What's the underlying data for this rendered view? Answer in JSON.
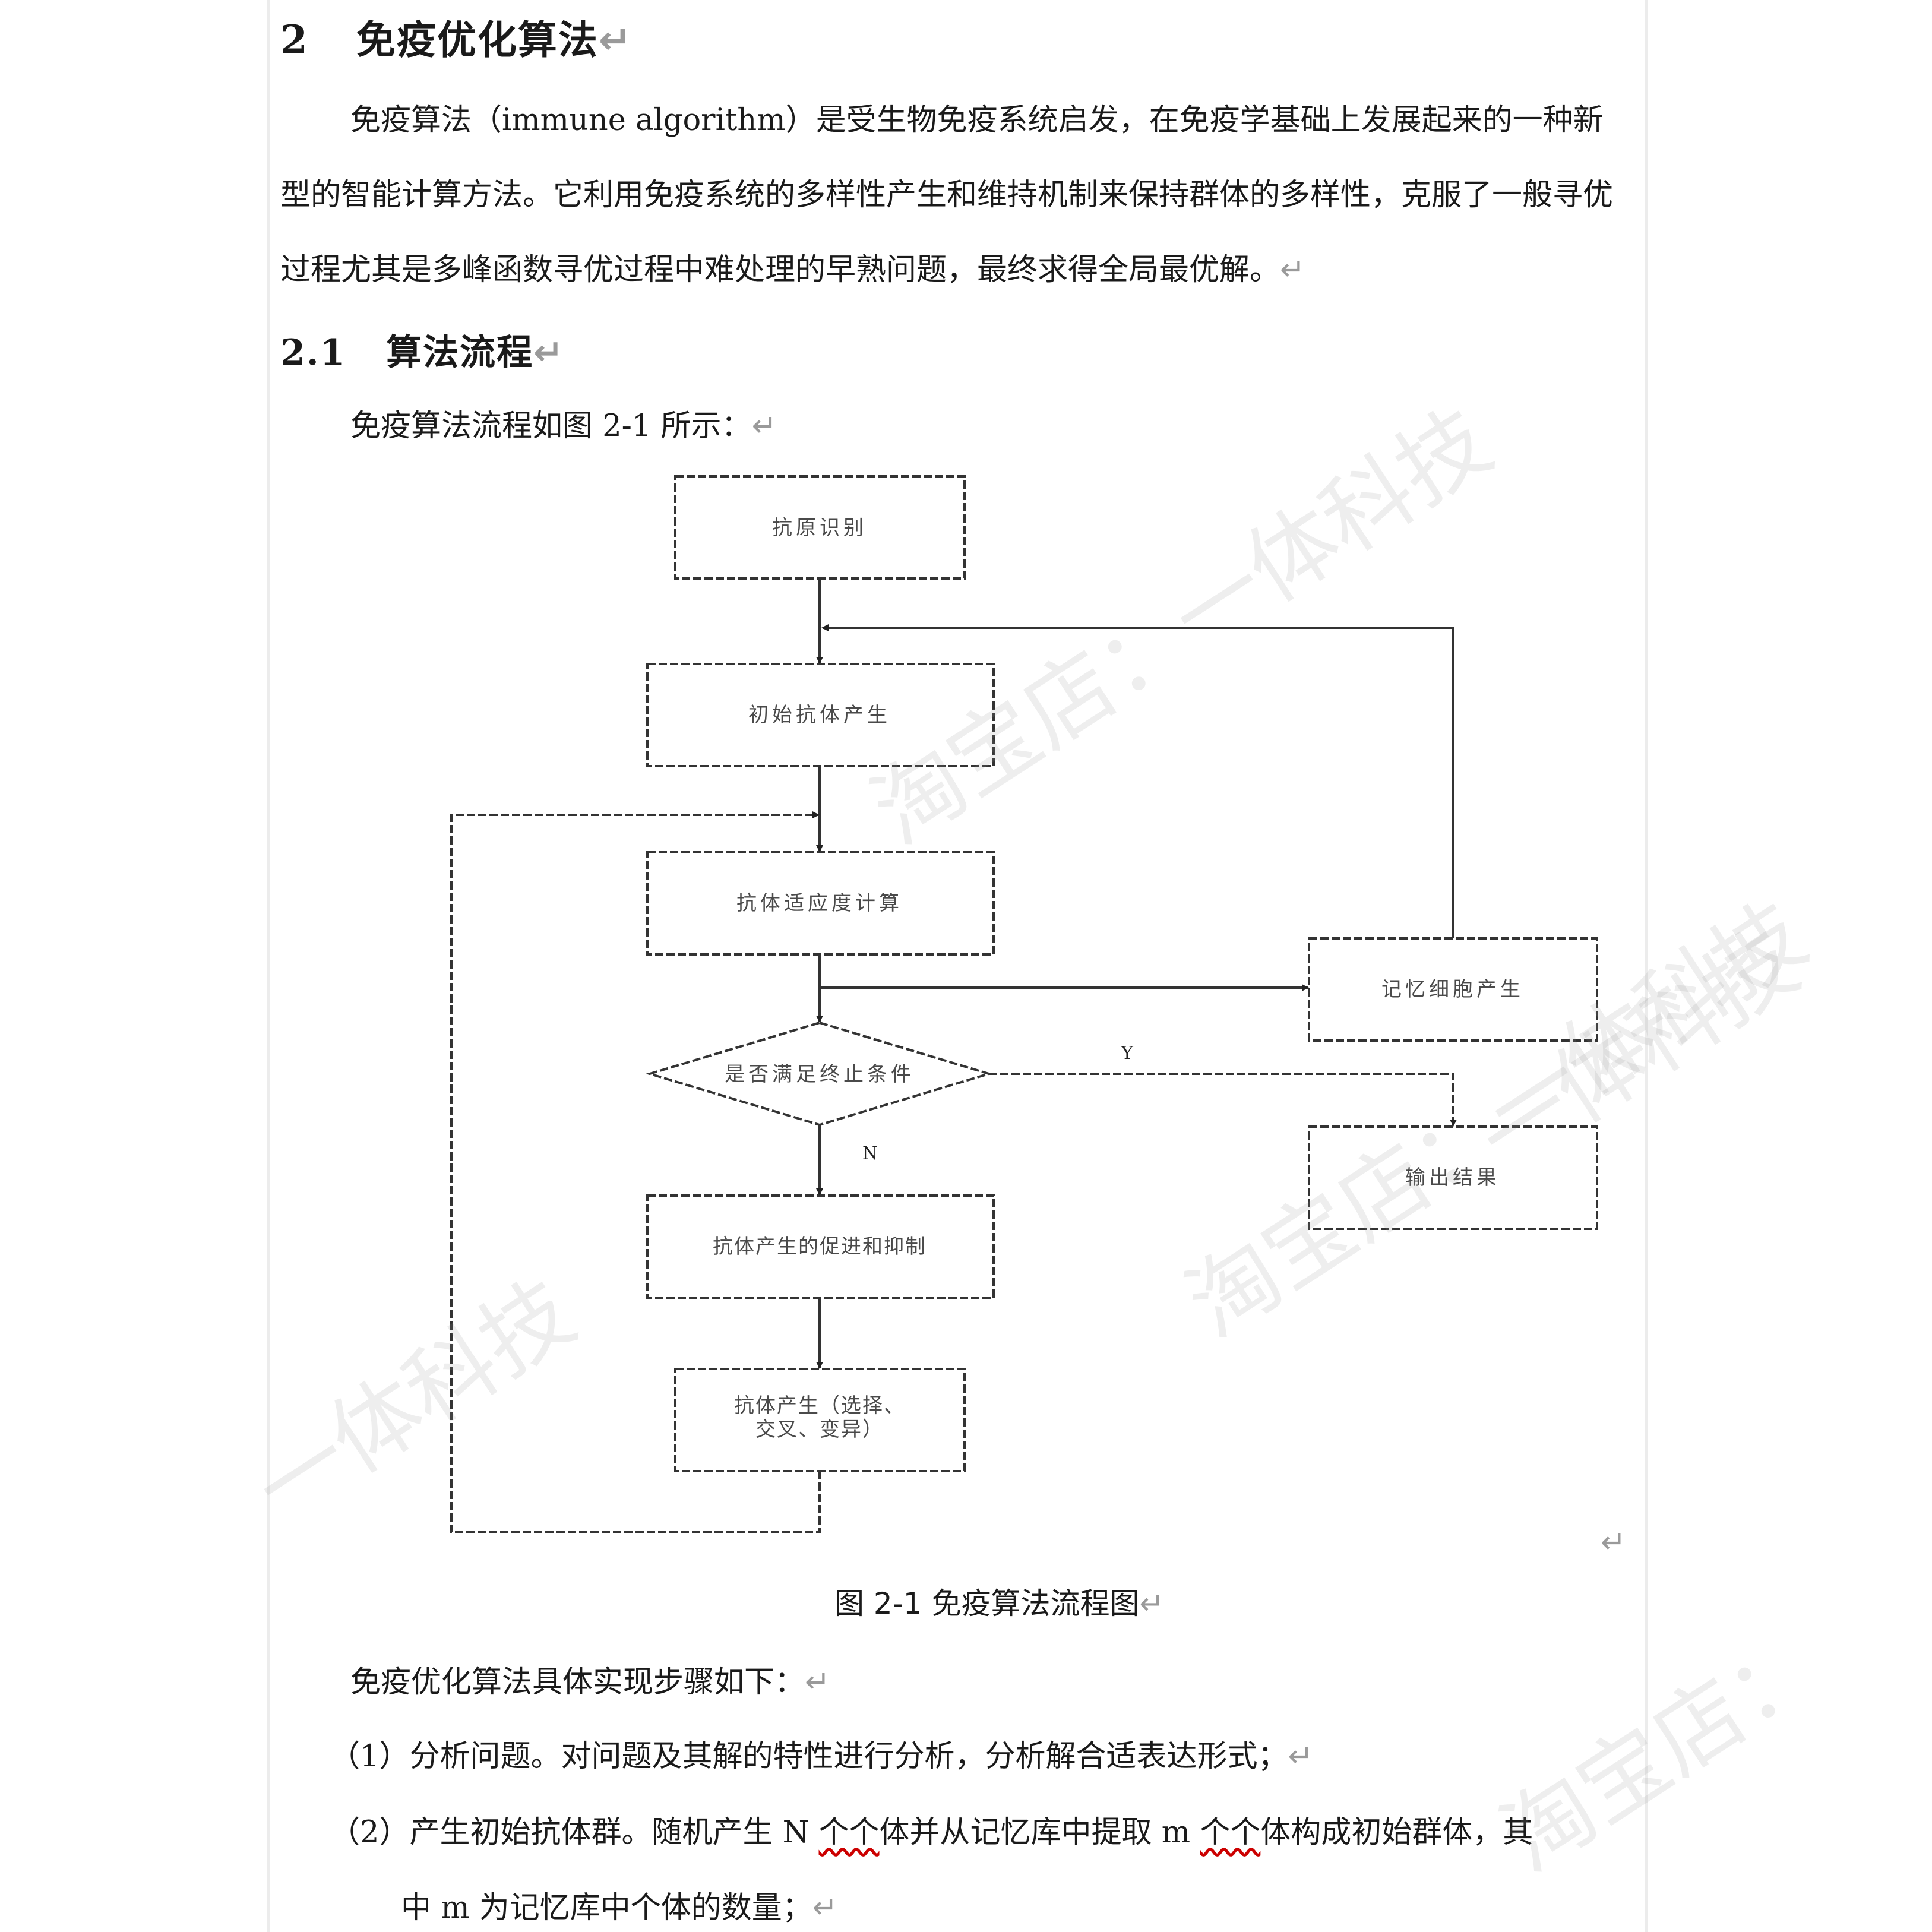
{
  "heading": {
    "number": "2",
    "title": "免疫优化算法",
    "mark": "↵"
  },
  "intro": {
    "text": "免疫算法（immune algorithm）是受生物免疫系统启发，在免疫学基础上发展起来的一种新型的智能计算方法。它利用免疫系统的多样性产生和维持机制来保持群体的多样性，克服了一般寻优过程尤其是多峰函数寻优过程中难处理的早熟问题，最终求得全局最优解。",
    "mark": "↵"
  },
  "section": {
    "number": "2.1",
    "title": "算法流程",
    "mark": "↵"
  },
  "figure_ref": {
    "text": "免疫算法流程如图 2-1 所示：",
    "mark": "↵"
  },
  "flowchart": {
    "nodes": {
      "antigen": "抗原识别",
      "init": "初始抗体产生",
      "fitness": "抗体适应度计算",
      "memory": "记忆细胞产生",
      "decision": "是否满足终止条件",
      "output": "输出结果",
      "promote": "抗体产生的促进和抑制",
      "produce_line1": "抗体产生（选择、",
      "produce_line2": "交叉、变异）"
    },
    "yes_label": "Y",
    "no_label": "N"
  },
  "after_figure_mark": "↵",
  "caption": {
    "text": "图 2-1 免疫算法流程图",
    "mark": "↵"
  },
  "steps_intro": {
    "text": "免疫优化算法具体实现步骤如下：",
    "mark": "↵"
  },
  "steps": [
    {
      "num": "（1）",
      "text": "分析问题。对问题及其解的特性进行分析，分析解合适表达形式；",
      "mark": "↵"
    },
    {
      "num": "（2）",
      "pre": "产生初始抗体群。随机产生 N ",
      "w1": "个个",
      "mid": "体并从记忆库中提取 m ",
      "w2": "个个",
      "post": "体构成初始群体，其",
      "cont": "中 m 为记忆库中个体的数量；",
      "mark": "↵"
    }
  ],
  "watermarks": [
    "淘宝店：一体科技",
    "淘宝店：一体科技",
    "一体科技",
    "淘宝店：",
    "一体科技"
  ]
}
